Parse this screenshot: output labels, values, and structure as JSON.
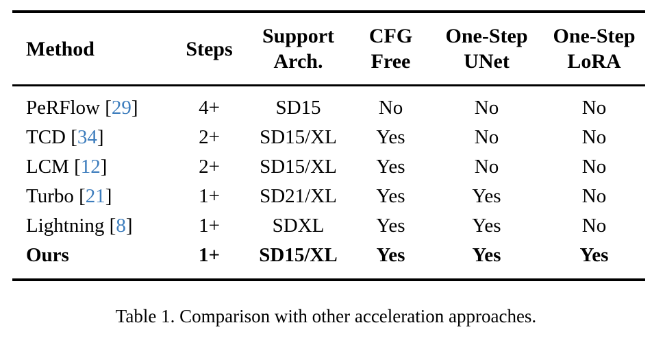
{
  "accent_color": "#3d7dbd",
  "caption": "Table 1. Comparison with other acceleration approaches.",
  "table": {
    "headers": [
      {
        "line1": "Method"
      },
      {
        "line1": "Steps"
      },
      {
        "line1": "Support",
        "line2": "Arch."
      },
      {
        "line1": "CFG",
        "line2": "Free"
      },
      {
        "line1": "One-Step",
        "line2": "UNet"
      },
      {
        "line1": "One-Step",
        "line2": "LoRA"
      }
    ],
    "rows": [
      {
        "method": "PeRFlow",
        "cite_open": " [",
        "cite": "29",
        "cite_close": "]",
        "steps": "4+",
        "arch": "SD15",
        "cfg_free": "No",
        "one_step_unet": "No",
        "one_step_lora": "No"
      },
      {
        "method": "TCD",
        "cite_open": " [",
        "cite": "34",
        "cite_close": "]",
        "steps": "2+",
        "arch": "SD15/XL",
        "cfg_free": "Yes",
        "one_step_unet": "No",
        "one_step_lora": "No"
      },
      {
        "method": "LCM",
        "cite_open": " [",
        "cite": "12",
        "cite_close": "]",
        "steps": "2+",
        "arch": "SD15/XL",
        "cfg_free": "Yes",
        "one_step_unet": "No",
        "one_step_lora": "No"
      },
      {
        "method": "Turbo",
        "cite_open": " [",
        "cite": "21",
        "cite_close": "]",
        "steps": "1+",
        "arch": "SD21/XL",
        "cfg_free": "Yes",
        "one_step_unet": "Yes",
        "one_step_lora": "No"
      },
      {
        "method": "Lightning",
        "cite_open": " [",
        "cite": "8",
        "cite_close": "]",
        "steps": "1+",
        "arch": "SDXL",
        "cfg_free": "Yes",
        "one_step_unet": "Yes",
        "one_step_lora": "No"
      },
      {
        "method": "Ours",
        "steps": "1+",
        "arch": "SD15/XL",
        "cfg_free": "Yes",
        "one_step_unet": "Yes",
        "one_step_lora": "Yes"
      }
    ]
  }
}
